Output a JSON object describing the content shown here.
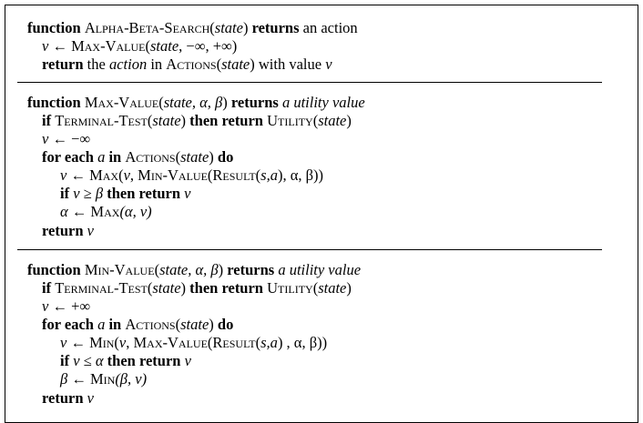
{
  "alpha_beta_search": {
    "l1": {
      "kw1": "function",
      "name": "Alpha-Beta-Search",
      "open": "(",
      "arg": "state",
      "close": ")",
      "kw2": "returns",
      "rest": "an action"
    },
    "l2": {
      "v": "v",
      "arrow": " ← ",
      "call": "Max-Value",
      "open": "(",
      "arg": "state",
      "args_rest": ", −∞, +∞)"
    },
    "l3": {
      "kw": "return",
      "the": " the ",
      "action": "action",
      "in": " in ",
      "call": "Actions",
      "open": "(",
      "arg": "state",
      "close": ")",
      "with": " with value ",
      "v": "v"
    }
  },
  "max_value": {
    "l1": {
      "kw1": "function",
      "name": "Max-Value",
      "open": "(",
      "args": "state, α, β",
      "close": ")",
      "kw2": "returns",
      "rest": "a utility value"
    },
    "l2": {
      "kw_if": "if",
      "test": "Terminal-Test",
      "open": "(",
      "arg": "state",
      "close": ")",
      "kw_then": "then return",
      "util": "Utility",
      "open2": "(",
      "arg2": "state",
      "close2": ")"
    },
    "l3": {
      "v": "v",
      "arrow": " ← ",
      "val": "−∞"
    },
    "l4": {
      "kw_for": "for each",
      "a": "a",
      "kw_in": "in",
      "call": "Actions",
      "open": "(",
      "arg": "state",
      "close": ")",
      "kw_do": "do"
    },
    "l5": {
      "v": "v",
      "arrow": " ← ",
      "max": "Max",
      "p1": "(",
      "v2": "v",
      "comma": ", ",
      "min": "Min-Value",
      "p2": "(",
      "res": "Result",
      "p3": "(",
      "sa": "s,a",
      "tail": "), α, β))"
    },
    "l6": {
      "kw_if": "if",
      "cond_v": "v",
      "op": " ≥ ",
      "cond_b": "β",
      "kw_then": "then return",
      "v": "v"
    },
    "l7": {
      "alpha": "α",
      "arrow": " ← ",
      "max": "Max",
      "args": "(α, v)"
    },
    "l8": {
      "kw": "return",
      "v": "v"
    }
  },
  "min_value": {
    "l1": {
      "kw1": "function",
      "name": "Min-Value",
      "open": "(",
      "args": "state, α, β",
      "close": ")",
      "kw2": "returns",
      "rest": "a utility value"
    },
    "l2": {
      "kw_if": "if",
      "test": "Terminal-Test",
      "open": "(",
      "arg": "state",
      "close": ")",
      "kw_then": "then return",
      "util": "Utility",
      "open2": "(",
      "arg2": "state",
      "close2": ")"
    },
    "l3": {
      "v": "v",
      "arrow": " ← ",
      "val": "+∞"
    },
    "l4": {
      "kw_for": "for each",
      "a": "a",
      "kw_in": "in",
      "call": "Actions",
      "open": "(",
      "arg": "state",
      "close": ")",
      "kw_do": "do"
    },
    "l5": {
      "v": "v",
      "arrow": " ← ",
      "min": "Min",
      "p1": "(",
      "v2": "v",
      "comma": ", ",
      "max": "Max-Value",
      "p2": "(",
      "res": "Result",
      "p3": "(",
      "sa": "s,a",
      "tail": ") , α, β))"
    },
    "l6": {
      "kw_if": "if",
      "cond_v": "v",
      "op": " ≤ ",
      "cond_a": "α",
      "kw_then": "then return",
      "v": "v"
    },
    "l7": {
      "beta": "β",
      "arrow": " ← ",
      "min": "Min",
      "args": "(β, v)"
    },
    "l8": {
      "kw": "return",
      "v": "v"
    }
  }
}
